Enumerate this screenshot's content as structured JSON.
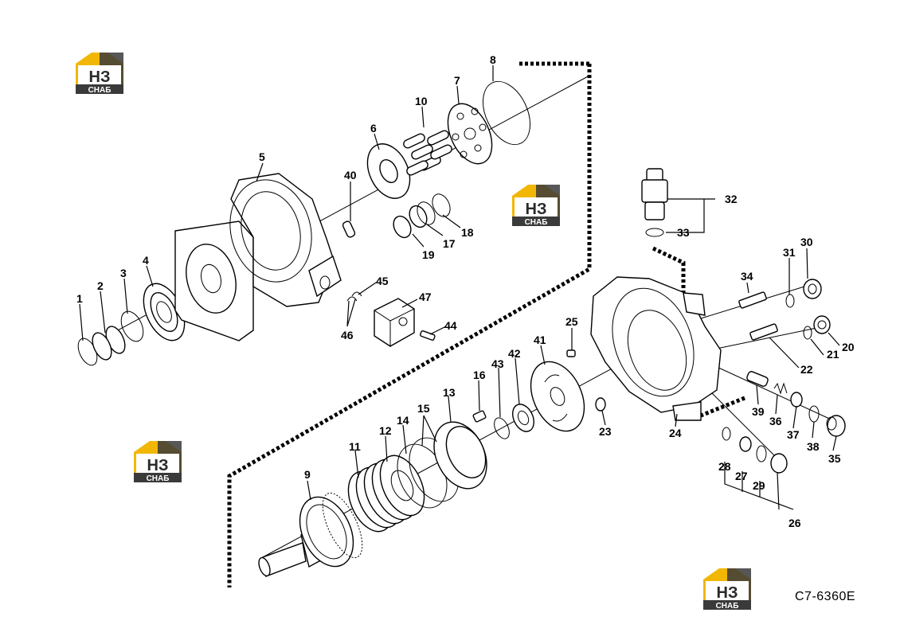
{
  "drawing_code": "C7-6360E",
  "logo": {
    "line1": "НЗ",
    "line2": "СНАБ",
    "brand_color": "#f2b705"
  },
  "callouts": {
    "p1": "1",
    "p2": "2",
    "p3": "3",
    "p4": "4",
    "p5": "5",
    "p6": "6",
    "p7": "7",
    "p8": "8",
    "p9": "9",
    "p10": "10",
    "p11": "11",
    "p12": "12",
    "p13": "13",
    "p14": "14",
    "p15": "15",
    "p16": "16",
    "p17": "17",
    "p18": "18",
    "p19": "19",
    "p20": "20",
    "p21": "21",
    "p22": "22",
    "p23": "23",
    "p24": "24",
    "p25": "25",
    "p26": "26",
    "p27": "27",
    "p28": "28",
    "p29": "29",
    "p30": "30",
    "p31": "31",
    "p32": "32",
    "p33": "33",
    "p34": "34",
    "p35": "35",
    "p36": "36",
    "p37": "37",
    "p38": "38",
    "p39": "39",
    "p40": "40",
    "p41": "41",
    "p42": "42",
    "p43": "43",
    "p44": "44",
    "p45": "45",
    "p46": "46",
    "p47": "47"
  }
}
